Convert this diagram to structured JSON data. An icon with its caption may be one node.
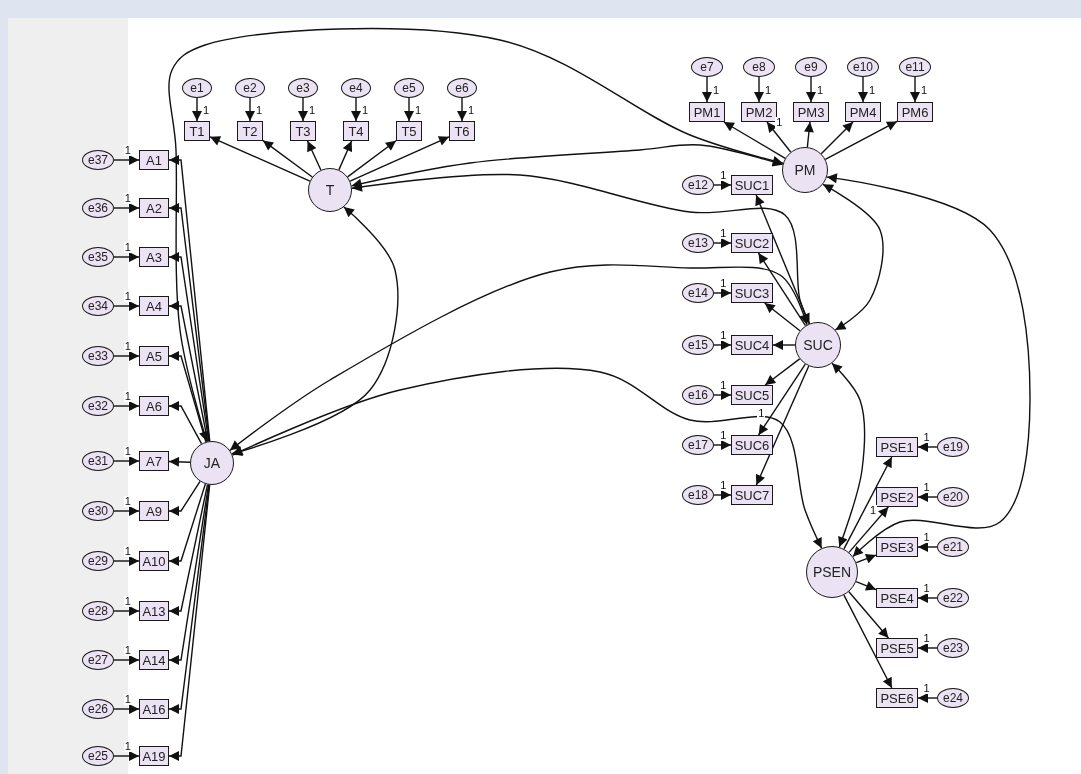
{
  "diagram": {
    "nodes": [
      {
        "text": [
          "e1"
        ]
      },
      {
        "text": [
          "e2"
        ]
      },
      {
        "text": [
          "e3"
        ]
      },
      {
        "text": [
          "e4"
        ]
      },
      {
        "text": [
          "e5"
        ]
      },
      {
        "text": [
          "e6"
        ]
      },
      {
        "text": [
          "T1"
        ]
      },
      {
        "text": [
          "T2"
        ]
      },
      {
        "text": [
          "T3"
        ]
      },
      {
        "text": [
          "T4"
        ]
      },
      {
        "text": [
          "T5"
        ]
      },
      {
        "text": [
          "T6"
        ]
      },
      {
        "text": [
          "T"
        ]
      },
      {
        "text": [
          "e7"
        ]
      },
      {
        "text": [
          "e8"
        ]
      },
      {
        "text": [
          "e9"
        ]
      },
      {
        "text": [
          "e10"
        ]
      },
      {
        "text": [
          "e11"
        ]
      },
      {
        "text": [
          "PM1"
        ]
      },
      {
        "text": [
          "PM2"
        ]
      },
      {
        "text": [
          "PM3"
        ]
      },
      {
        "text": [
          "PM4"
        ]
      },
      {
        "text": [
          "PM6"
        ]
      },
      {
        "text": [
          "PM"
        ]
      },
      {
        "text": [
          "e37"
        ]
      },
      {
        "text": [
          "e36"
        ]
      },
      {
        "text": [
          "e35"
        ]
      },
      {
        "text": [
          "e34"
        ]
      },
      {
        "text": [
          "e33"
        ]
      },
      {
        "text": [
          "e32"
        ]
      },
      {
        "text": [
          "e31"
        ]
      },
      {
        "text": [
          "e30"
        ]
      },
      {
        "text": [
          "e29"
        ]
      },
      {
        "text": [
          "e28"
        ]
      },
      {
        "text": [
          "e27"
        ]
      },
      {
        "text": [
          "e26"
        ]
      },
      {
        "text": [
          "e25"
        ]
      },
      {
        "text": [
          "A1"
        ]
      },
      {
        "text": [
          "A2"
        ]
      },
      {
        "text": [
          "A3"
        ]
      },
      {
        "text": [
          "A4"
        ]
      },
      {
        "text": [
          "A5"
        ]
      },
      {
        "text": [
          "A6"
        ]
      },
      {
        "text": [
          "A7"
        ]
      },
      {
        "text": [
          "A9"
        ]
      },
      {
        "text": [
          "A10"
        ]
      },
      {
        "text": [
          "A13"
        ]
      },
      {
        "text": [
          "A14"
        ]
      },
      {
        "text": [
          "A16"
        ]
      },
      {
        "text": [
          "A19"
        ]
      },
      {
        "text": [
          "JA"
        ]
      },
      {
        "text": [
          "e12"
        ]
      },
      {
        "text": [
          "e13"
        ]
      },
      {
        "text": [
          "e14"
        ]
      },
      {
        "text": [
          "e15"
        ]
      },
      {
        "text": [
          "e16"
        ]
      },
      {
        "text": [
          "e17"
        ]
      },
      {
        "text": [
          "e18"
        ]
      },
      {
        "text": [
          "SUC1"
        ]
      },
      {
        "text": [
          "SUC2"
        ]
      },
      {
        "text": [
          "SUC3"
        ]
      },
      {
        "text": [
          "SUC4"
        ]
      },
      {
        "text": [
          "SUC5"
        ]
      },
      {
        "text": [
          "SUC6"
        ]
      },
      {
        "text": [
          "SUC7"
        ]
      },
      {
        "text": [
          "SUC"
        ]
      },
      {
        "text": [
          "PSEN"
        ]
      },
      {
        "text": [
          "PSE1"
        ]
      },
      {
        "text": [
          "PSE2"
        ]
      },
      {
        "text": [
          "PSE3"
        ]
      },
      {
        "text": [
          "PSE4"
        ]
      },
      {
        "text": [
          "PSE5"
        ]
      },
      {
        "text": [
          "PSE6"
        ]
      },
      {
        "text": [
          "e19"
        ]
      },
      {
        "text": [
          "e20"
        ]
      },
      {
        "text": [
          "e21"
        ]
      },
      {
        "text": [
          "e22"
        ]
      },
      {
        "text": [
          "e23"
        ]
      },
      {
        "text": [
          "e24"
        ]
      }
    ],
    "edges": [
      {
        "from": 0,
        "to": 6,
        "arrow": "to",
        "label": "1"
      },
      {
        "from": 1,
        "to": 7,
        "arrow": "to",
        "label": "1"
      },
      {
        "from": 2,
        "to": 8,
        "arrow": "to",
        "label": "1"
      },
      {
        "from": 3,
        "to": 9,
        "arrow": "to",
        "label": "1"
      },
      {
        "from": 4,
        "to": 10,
        "arrow": "to",
        "label": "1"
      },
      {
        "from": 5,
        "to": 11,
        "arrow": "to",
        "label": "1"
      },
      {
        "from": 13,
        "to": 18,
        "arrow": "to",
        "label": "1"
      },
      {
        "from": 14,
        "to": 19,
        "arrow": "to",
        "label": "1"
      },
      {
        "from": 15,
        "to": 20,
        "arrow": "to",
        "label": "1"
      },
      {
        "from": 16,
        "to": 21,
        "arrow": "to",
        "label": "1"
      },
      {
        "from": 17,
        "to": 22,
        "arrow": "to",
        "label": "1"
      },
      {
        "from": 24,
        "to": 37,
        "arrow": "to",
        "label": "1"
      },
      {
        "from": 25,
        "to": 38,
        "arrow": "to",
        "label": "1"
      },
      {
        "from": 26,
        "to": 39,
        "arrow": "to",
        "label": "1"
      },
      {
        "from": 27,
        "to": 40,
        "arrow": "to",
        "label": "1"
      },
      {
        "from": 28,
        "to": 41,
        "arrow": "to",
        "label": "1"
      },
      {
        "from": 29,
        "to": 42,
        "arrow": "to",
        "label": "1"
      },
      {
        "from": 30,
        "to": 43,
        "arrow": "to",
        "label": "1"
      },
      {
        "from": 31,
        "to": 44,
        "arrow": "to",
        "label": "1"
      },
      {
        "from": 32,
        "to": 45,
        "arrow": "to",
        "label": "1"
      },
      {
        "from": 33,
        "to": 46,
        "arrow": "to",
        "label": "1"
      },
      {
        "from": 34,
        "to": 47,
        "arrow": "to",
        "label": "1"
      },
      {
        "from": 35,
        "to": 48,
        "arrow": "to",
        "label": "1"
      },
      {
        "from": 36,
        "to": 49,
        "arrow": "to",
        "label": "1"
      },
      {
        "from": 51,
        "to": 58,
        "arrow": "to",
        "label": "1"
      },
      {
        "from": 52,
        "to": 59,
        "arrow": "to",
        "label": "1"
      },
      {
        "from": 53,
        "to": 60,
        "arrow": "to",
        "label": "1"
      },
      {
        "from": 54,
        "to": 61,
        "arrow": "to",
        "label": "1"
      },
      {
        "from": 55,
        "to": 62,
        "arrow": "to",
        "label": "1"
      },
      {
        "from": 56,
        "to": 63,
        "arrow": "to",
        "label": "1"
      },
      {
        "from": 57,
        "to": 64,
        "arrow": "to",
        "label": "1"
      },
      {
        "from": 73,
        "to": 67,
        "arrow": "to",
        "label": "1"
      },
      {
        "from": 74,
        "to": 68,
        "arrow": "to",
        "label": "1"
      },
      {
        "from": 75,
        "to": 69,
        "arrow": "to",
        "label": "1"
      },
      {
        "from": 76,
        "to": 70,
        "arrow": "to",
        "label": "1"
      },
      {
        "from": 77,
        "to": 71,
        "arrow": "to",
        "label": "1"
      },
      {
        "from": 78,
        "to": 72,
        "arrow": "to",
        "label": "1"
      },
      {
        "from": 12,
        "to": 6,
        "arrow": "to"
      },
      {
        "from": 12,
        "to": 7,
        "arrow": "to"
      },
      {
        "from": 12,
        "to": 8,
        "arrow": "to"
      },
      {
        "from": 12,
        "to": 9,
        "arrow": "to"
      },
      {
        "from": 12,
        "to": 10,
        "arrow": "to"
      },
      {
        "from": 12,
        "to": 11,
        "arrow": "to"
      },
      {
        "from": 23,
        "to": 18,
        "arrow": "to"
      },
      {
        "from": 23,
        "to": 19,
        "arrow": "to",
        "label": "1"
      },
      {
        "from": 23,
        "to": 20,
        "arrow": "to"
      },
      {
        "from": 23,
        "to": 21,
        "arrow": "to"
      },
      {
        "from": 23,
        "to": 22,
        "arrow": "to"
      },
      {
        "from": 50,
        "to": 37,
        "arrow": "to"
      },
      {
        "from": 50,
        "to": 38,
        "arrow": "to"
      },
      {
        "from": 50,
        "to": 39,
        "arrow": "to"
      },
      {
        "from": 50,
        "to": 40,
        "arrow": "to"
      },
      {
        "from": 50,
        "to": 41,
        "arrow": "to"
      },
      {
        "from": 50,
        "to": 42,
        "arrow": "to"
      },
      {
        "from": 50,
        "to": 43,
        "arrow": "to"
      },
      {
        "from": 50,
        "to": 44,
        "arrow": "to"
      },
      {
        "from": 50,
        "to": 45,
        "arrow": "to"
      },
      {
        "from": 50,
        "to": 46,
        "arrow": "to"
      },
      {
        "from": 50,
        "to": 47,
        "arrow": "to"
      },
      {
        "from": 50,
        "to": 48,
        "arrow": "to"
      },
      {
        "from": 50,
        "to": 49,
        "arrow": "to"
      },
      {
        "from": 65,
        "to": 58,
        "arrow": "to"
      },
      {
        "from": 65,
        "to": 59,
        "arrow": "to"
      },
      {
        "from": 65,
        "to": 60,
        "arrow": "to"
      },
      {
        "from": 65,
        "to": 61,
        "arrow": "to"
      },
      {
        "from": 65,
        "to": 62,
        "arrow": "to"
      },
      {
        "from": 65,
        "to": 63,
        "arrow": "to",
        "label": "1"
      },
      {
        "from": 65,
        "to": 64,
        "arrow": "to"
      },
      {
        "from": 66,
        "to": 67,
        "arrow": "to"
      },
      {
        "from": 66,
        "to": 68,
        "arrow": "to",
        "label": "1"
      },
      {
        "from": 66,
        "to": 69,
        "arrow": "to"
      },
      {
        "from": 66,
        "to": 70,
        "arrow": "to"
      },
      {
        "from": 66,
        "to": 71,
        "arrow": "to"
      },
      {
        "from": 66,
        "to": 72,
        "arrow": "to"
      },
      {
        "from": 12,
        "to": 50,
        "arrow": "both"
      },
      {
        "from": 50,
        "to": 23,
        "arrow": "both"
      },
      {
        "from": 12,
        "to": 23,
        "arrow": "both"
      },
      {
        "from": 12,
        "to": 65,
        "arrow": "both"
      },
      {
        "from": 50,
        "to": 65,
        "arrow": "both"
      },
      {
        "from": 50,
        "to": 66,
        "arrow": "both"
      },
      {
        "from": 23,
        "to": 65,
        "arrow": "both"
      },
      {
        "from": 23,
        "to": 66,
        "arrow": "both"
      },
      {
        "from": 65,
        "to": 66,
        "arrow": "both"
      }
    ]
  }
}
